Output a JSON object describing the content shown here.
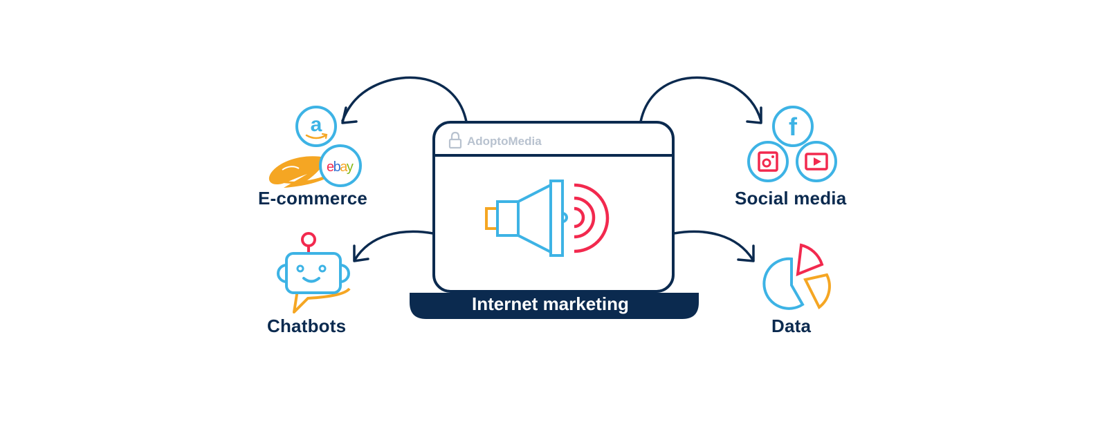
{
  "diagram": {
    "center": {
      "title": "Internet marketing",
      "browser_brand": "AdoptoMedia",
      "browser_icon": "lock-icon",
      "main_icon": "megaphone-icon"
    },
    "nodes": [
      {
        "id": "ecommerce",
        "label": "E-commerce",
        "icons": [
          "amazon-logo",
          "alibaba-logo",
          "ebay-logo"
        ],
        "ebay_text": "ebay"
      },
      {
        "id": "social",
        "label": "Social media",
        "icons": [
          "facebook-logo",
          "instagram-logo",
          "youtube-logo"
        ],
        "facebook_text": "f"
      },
      {
        "id": "chatbots",
        "label": "Chatbots",
        "icons": [
          "robot-icon",
          "speech-bubble-icon"
        ]
      },
      {
        "id": "data",
        "label": "Data",
        "icons": [
          "pie-chart-icon"
        ]
      }
    ],
    "colors": {
      "navy": "#0b2a4f",
      "blue": "#3db3e5",
      "red": "#f2294e",
      "orange": "#f5a623",
      "gray": "#b8c2cf"
    }
  }
}
